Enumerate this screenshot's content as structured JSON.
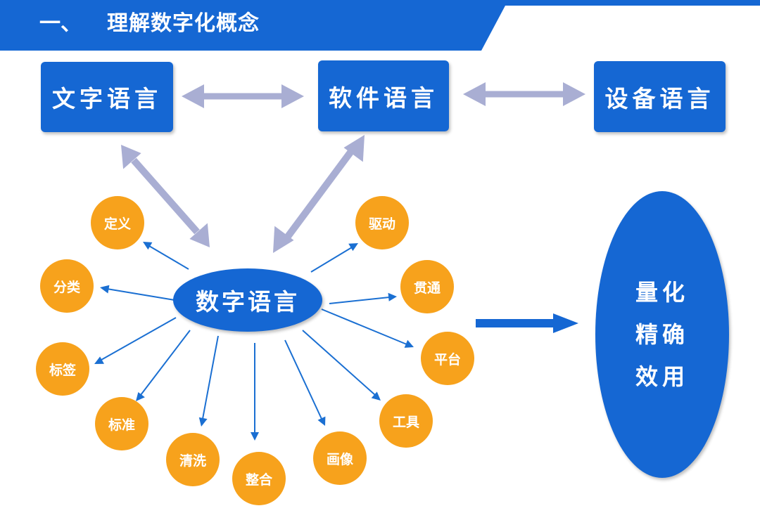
{
  "header": {
    "number": "一、",
    "title": "理解数字化概念"
  },
  "languages": {
    "text_language": "文字语言",
    "software_language": "软件语言",
    "device_language": "设备语言",
    "digital_language": "数字语言"
  },
  "aspects": [
    "定义",
    "分类",
    "标签",
    "标准",
    "清洗",
    "整合",
    "画像",
    "工具",
    "平台",
    "贯通",
    "驱动"
  ],
  "result": [
    "量化",
    "精确",
    "效用"
  ],
  "colors": {
    "primary_blue": "#1567d3",
    "orange": "#f7a21c",
    "arrow_gray": "#a9aed3",
    "arrow_blue": "#1a6fd2"
  }
}
